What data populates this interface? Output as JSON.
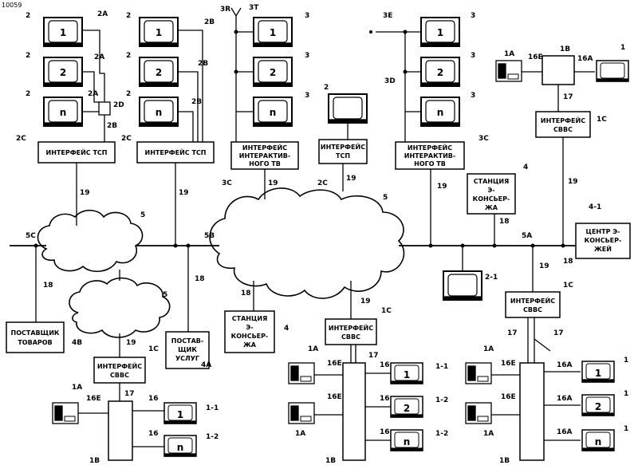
{
  "figure_id": "10059",
  "labels": {
    "l_2": "2",
    "l_2A": "2A",
    "l_2B": "2B",
    "l_2C": "2C",
    "l_2D": "2D",
    "l_3": "3",
    "l_3R": "3R",
    "l_3T": "3T",
    "l_3E": "3E",
    "l_3D": "3D",
    "l_3C": "3C",
    "l_1": "1",
    "l_1A": "1A",
    "l_1B": "1B",
    "l_1C": "1C",
    "l_16": "16",
    "l_16A": "16A",
    "l_16E": "16E",
    "l_17": "17",
    "l_4": "4",
    "l_4_1": "4-1",
    "l_4A": "4A",
    "l_4B": "4B",
    "l_5": "5",
    "l_5A": "5A",
    "l_5B": "5B",
    "l_5C": "5C",
    "l_18": "18",
    "l_19": "19",
    "l_2_1": "2-1",
    "l_1_1": "1-1",
    "l_1_2": "1-2"
  },
  "screens": {
    "s1": "1",
    "s2": "2",
    "sn": "n"
  },
  "boxes": {
    "tsp": "ИНТЕРФЕЙС ТСП",
    "tsp_a": "ИНТЕРФЕЙС",
    "tsp_b": "ТСП",
    "itv_a": "ИНТЕРФЕЙС",
    "itv_b": "ИНТЕРАКТИВ-",
    "itv_c": "НОГО ТВ",
    "cvvs_a": "ИНТЕРФЕЙС",
    "cvvs_b": "СВВС",
    "station_a": "СТАНЦИЯ",
    "station_b": "Э-",
    "station_c": "КОНСЬЕР-",
    "station_d": "ЖА",
    "center_a": "ЦЕНТР Э-",
    "center_b": "КОНСЬЕР-",
    "center_c": "ЖЕЙ",
    "goods_a": "ПОСТАВЩИК",
    "goods_b": "ТОВАРОВ",
    "serv_a": "ПОСТАВ-",
    "serv_b": "ЩИК",
    "serv_c": "УСЛУГ"
  }
}
